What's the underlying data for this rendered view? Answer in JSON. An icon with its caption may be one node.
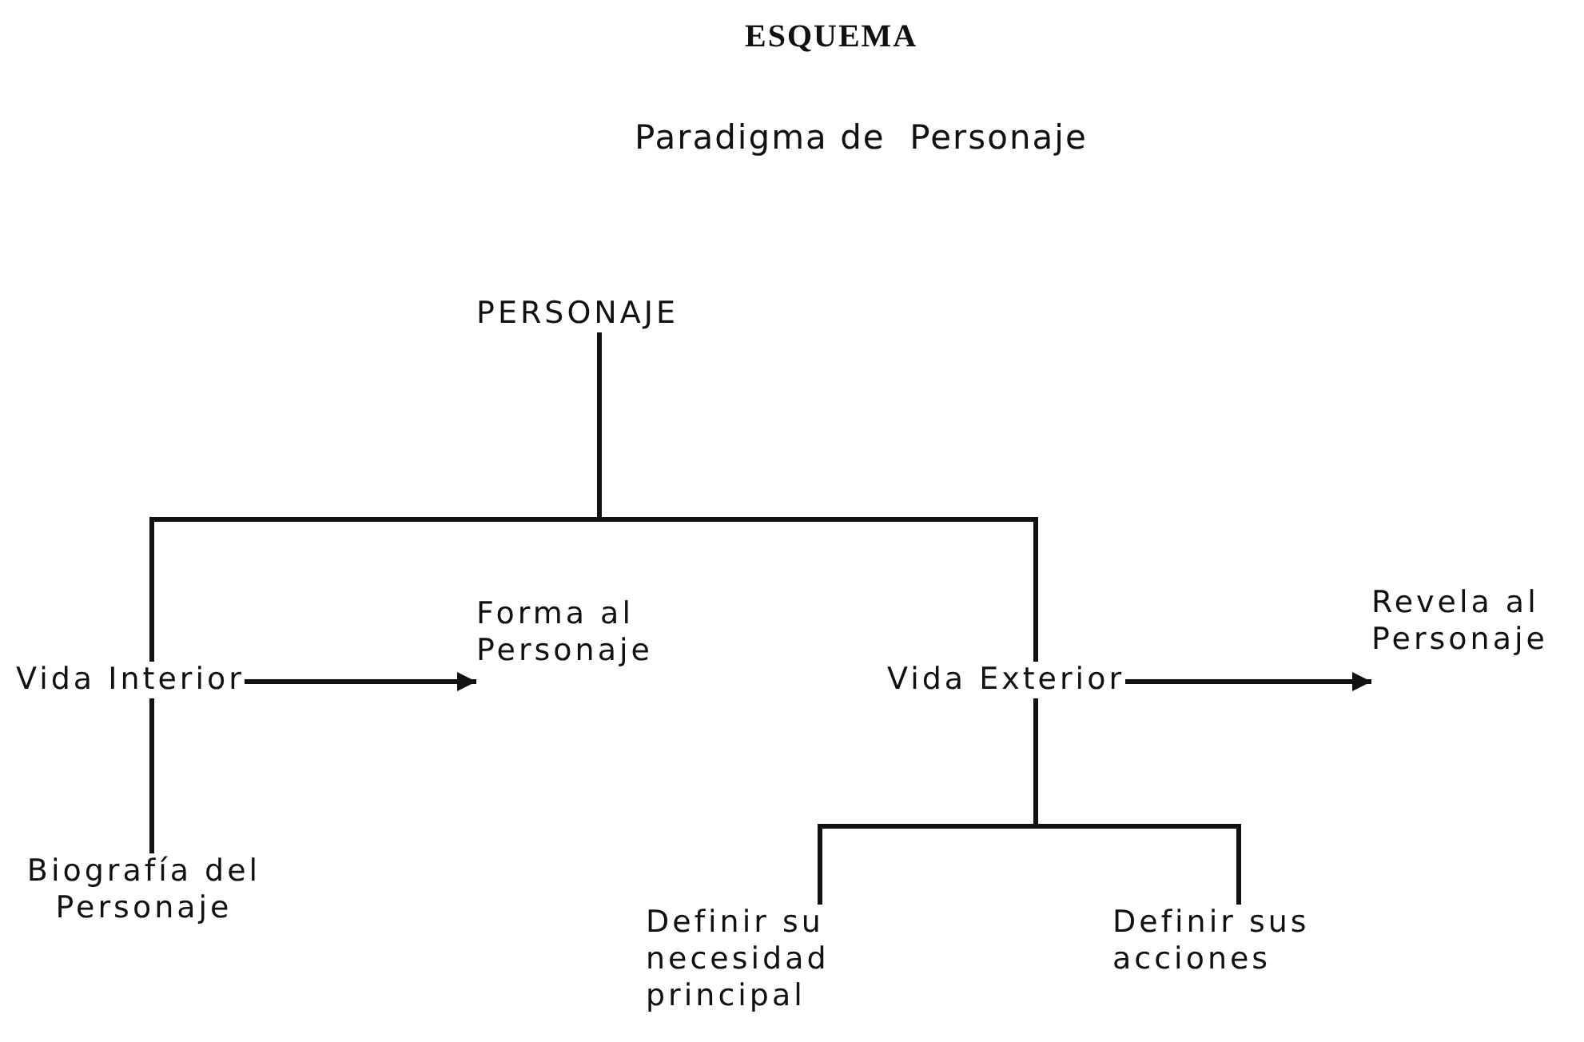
{
  "diagram": {
    "title": "ESQUEMA",
    "nodes": [
      {
        "text": [
          "PERSONAJE"
        ]
      },
      {
        "text": [
          "Vida Interior"
        ]
      },
      {
        "text": [
          "Forma al Personaje"
        ]
      },
      {
        "text": [
          "Vida Exterior"
        ]
      },
      {
        "text": [
          "Revela al Personaje"
        ]
      },
      {
        "text": [
          "Biografía del Personaje"
        ]
      },
      {
        "text": [
          "Definir su necesidad principal"
        ]
      },
      {
        "text": [
          "Definir sus acciones"
        ]
      }
    ],
    "edges": [
      {
        "from": 0,
        "to": 1,
        "arrow": "none"
      },
      {
        "from": 0,
        "to": 3,
        "arrow": "none"
      },
      {
        "from": 1,
        "to": 2,
        "arrow": "to"
      },
      {
        "from": 3,
        "to": 4,
        "arrow": "to"
      },
      {
        "from": 1,
        "to": 5,
        "arrow": "none"
      },
      {
        "from": 3,
        "to": 6,
        "arrow": "none"
      },
      {
        "from": 3,
        "to": 7,
        "arrow": "none"
      }
    ],
    "labels": [
      "Paradigma de  Personaje"
    ]
  }
}
